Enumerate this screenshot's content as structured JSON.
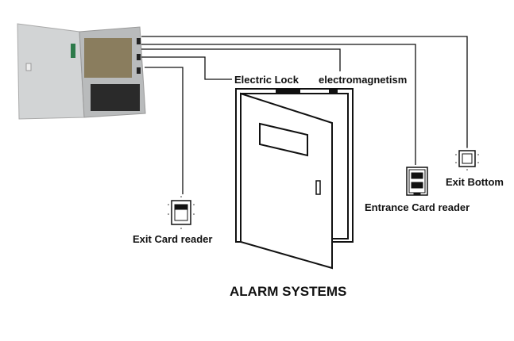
{
  "labels": {
    "electric_lock": "Electric Lock",
    "electromagnetism": "electromagnetism",
    "exit_bottom": "Exit Bottom",
    "entrance_card_reader": "Entrance Card reader",
    "exit_card_reader": "Exit Card reader",
    "title": "ALARM  SYSTEMS"
  },
  "colors": {
    "line": "#111111",
    "box": "#c9cbcc",
    "lock_block": "#111111"
  }
}
